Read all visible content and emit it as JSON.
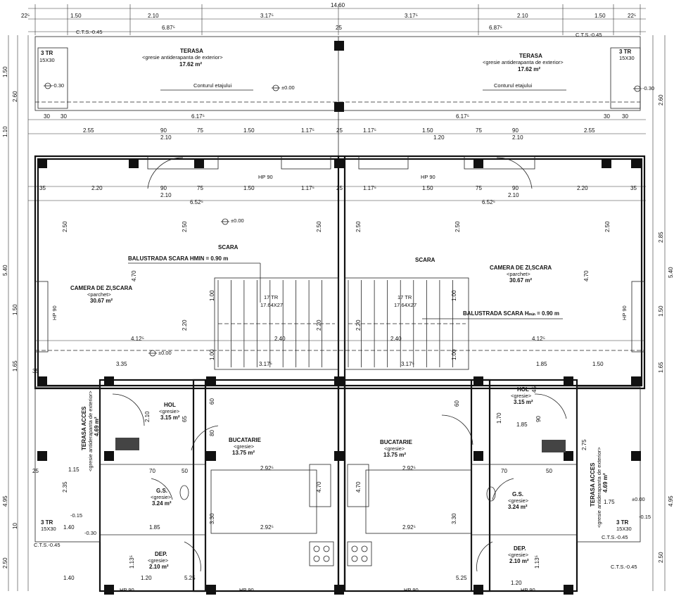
{
  "top_dims": {
    "total": "14.60",
    "row1": [
      "22⁵",
      "1.50",
      "2.10",
      "3.17⁵",
      "3.17⁵",
      "2.10",
      "1.50",
      "22⁵"
    ],
    "row2": [
      "6.87⁵",
      "25",
      "6.87⁵"
    ],
    "row3": [
      "30",
      "30",
      "6.17⁵",
      "6.17⁵",
      "30",
      "30"
    ],
    "row4": [
      "2.55",
      "90",
      "75",
      "1.50",
      "1.17⁵",
      "25",
      "1.17⁵",
      "1.50",
      "75",
      "90",
      "2.55"
    ],
    "row4b": [
      "2.10",
      "1.20",
      "2.10"
    ],
    "row5": [
      "35",
      "2.20",
      "90",
      "75",
      "1.50",
      "1.17⁵",
      "25",
      "1.17⁵",
      "1.50",
      "75",
      "90",
      "2.20",
      "35"
    ],
    "row5b": [
      "2.10",
      "6.52⁵",
      "6.52⁵",
      "2.10"
    ]
  },
  "left_dims": [
    "1.50",
    "2.60",
    "1.10",
    "5.40",
    "1.50",
    "1.65",
    "4.95",
    "2.50"
  ],
  "right_dims": [
    "2.60",
    "2.85",
    "5.40",
    "1.50",
    "1.65",
    "4.95",
    "2.50"
  ],
  "terrace_left": {
    "title": "TERASA",
    "finish": "<gresie antiderapanta de exterior>",
    "area": "17.62 m²"
  },
  "terrace_right": {
    "title": "TERASA",
    "finish": "<gresie antiderapanta de exterior>",
    "area": "17.62 m²"
  },
  "stair_tag": {
    "title": "3 TR",
    "size": "15X30"
  },
  "contour": "Conturul etajului",
  "levels": {
    "zero": "±0.00",
    "m030": "-0.30",
    "m015": "-0.15",
    "p015": "-0.15"
  },
  "cts": "C.T.S.-0.45",
  "living_left": {
    "title": "CAMERA DE ZI,SCARA",
    "finish": "<parchet>",
    "area": "30.67 m²"
  },
  "living_right": {
    "title": "CAMERA DE ZI,SCARA",
    "finish": "<parchet>",
    "area": "30.67 m²"
  },
  "stair": {
    "title": "SCARA",
    "steps": "17 TR",
    "size": "17.64X27"
  },
  "balustrade": "BALUSTRADA SCARA HMIN = 0.90 m",
  "balustrade_right": "BALUSTRADA SCARA Hₘᵢₙ = 0.90 m",
  "window": "HP 90",
  "window_side": "HP 90",
  "hall": {
    "title": "HOL",
    "finish": "<gresie>",
    "area": "3.15 m²"
  },
  "kitchen": {
    "title": "BUCATARIE",
    "finish": "<gresie>",
    "area": "13.75 m²"
  },
  "wc": {
    "title": "G.S.",
    "finish": "<gresie>",
    "area": "3.24 m²"
  },
  "storage": {
    "title": "DEP.",
    "finish": "<gresie>",
    "area": "2.10 m²"
  },
  "entry_terrace": {
    "title": "TERASA ACCES",
    "finish": "<gresie antiderapanta de exterior>",
    "area": "4.69 m²"
  },
  "inner_dims": {
    "d250": "2.50",
    "d470": "4.70",
    "d100": "1.00",
    "d220": "2.20",
    "d240": "2.40",
    "d3175": "3.17⁵",
    "d4125": "4.12⁵",
    "d335": "3.35",
    "d185": "1.85",
    "d150": "1.50",
    "d2925": "2.92⁵",
    "d330": "3.30",
    "d115": "1.15",
    "d235": "2.35",
    "d120": "1.20",
    "d140": "1.40",
    "d525": "5.25",
    "d1135": "1.13⁵",
    "d25": "25",
    "d35": "35",
    "d60": "60",
    "d70": "70",
    "d80": "80",
    "d90": "90",
    "d65": "65",
    "d50": "50",
    "d210": "2.10",
    "d170": "1.70",
    "d275": "2.75",
    "d175": "1.75",
    "d45": "45",
    "d10": "10"
  },
  "icons": [
    "column-icon",
    "level-marker-icon",
    "door-swing-icon",
    "stove-icon",
    "sink-icon",
    "toilet-icon"
  ]
}
